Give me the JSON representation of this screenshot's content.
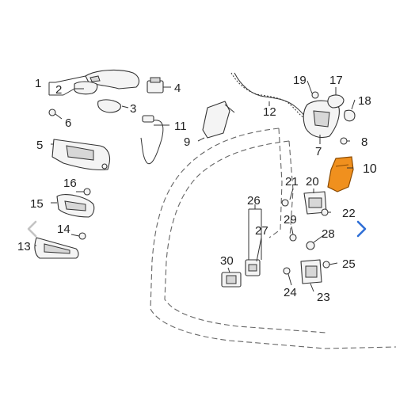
{
  "callouts": [
    "1",
    "2",
    "3",
    "4",
    "5",
    "6",
    "7",
    "8",
    "9",
    "10",
    "11",
    "12",
    "13",
    "14",
    "15",
    "16",
    "17",
    "18",
    "19",
    "20",
    "21",
    "22",
    "23",
    "24",
    "25",
    "26",
    "27",
    "28",
    "29",
    "30"
  ],
  "highlight_color": "#f0901e",
  "nav": {
    "prev_icon": "chevron-left-icon",
    "next_icon": "chevron-right-icon",
    "prev_color": "#c4c4c4",
    "next_color": "#2f6fd6"
  }
}
